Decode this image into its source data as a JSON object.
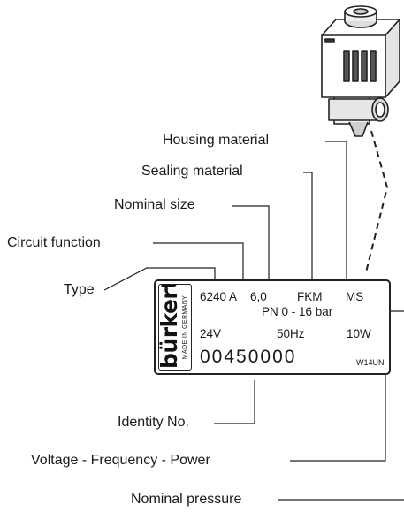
{
  "labels": {
    "housing_material": "Housing material",
    "sealing_material": "Sealing material",
    "nominal_size": "Nominal size",
    "circuit_function": "Circuit function",
    "type": "Type",
    "identity_no": "Identity No.",
    "voltage_frequency_power": "Voltage - Frequency - Power",
    "nominal_pressure": "Nominal pressure"
  },
  "plate": {
    "brand": "bürkert",
    "made_in": "MADE IN GERMANY",
    "type_value": "6240 A",
    "size_value": "6,0",
    "seal_value": "FKM",
    "housing_value": "MS",
    "pressure_value": "PN 0 - 16 bar",
    "voltage": "24V",
    "frequency": "50Hz",
    "power": "10W",
    "identity_no": "00450000",
    "code": "W14UN"
  }
}
